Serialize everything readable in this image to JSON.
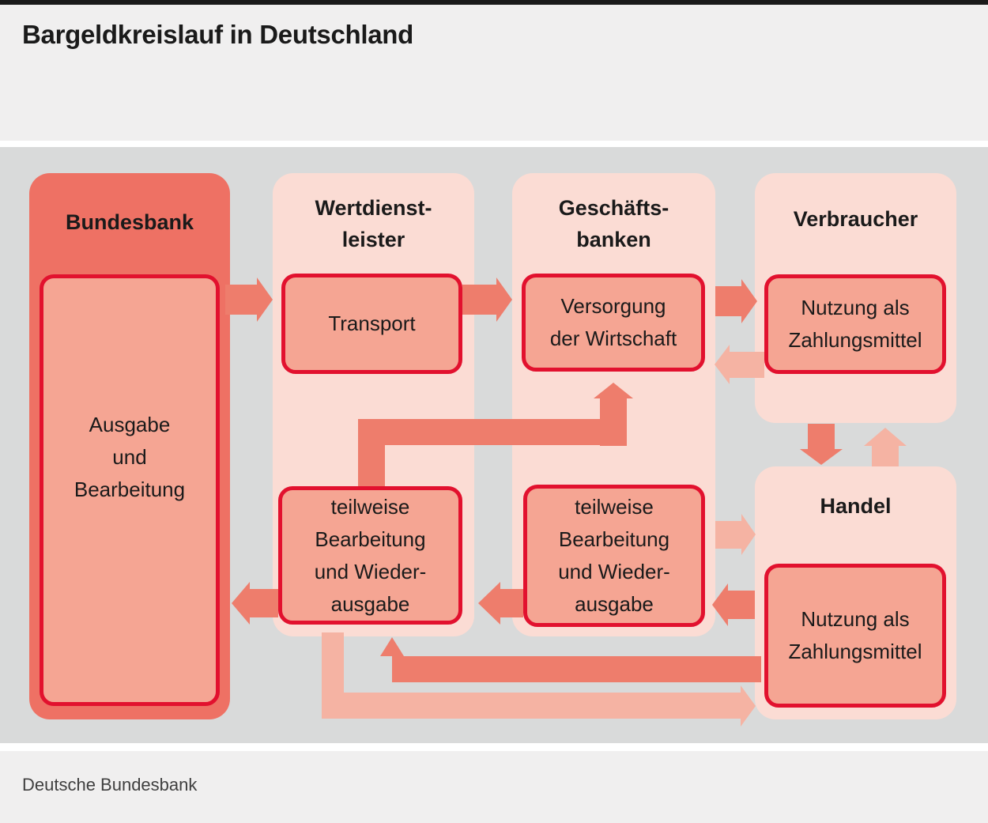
{
  "title": "Bargeldkreislauf in Deutschland",
  "footer": "Deutsche Bundesbank",
  "colors": {
    "rule_black": "#1a1a1a",
    "band_background": "#f0efef",
    "canvas_background": "#d9dada",
    "column_dark": "#ee7164",
    "container_light": "#fbdcd4",
    "box_fill": "#f5a593",
    "box_border": "#e2112e",
    "arrow_dark": "#ee7d6c",
    "arrow_light": "#f5b3a3",
    "text": "#1a1a1a",
    "footer_text": "#3f3f3f"
  },
  "columns": {
    "bundesbank": {
      "header": "Bundesbank",
      "box": "Ausgabe\nund\nBearbeitung"
    },
    "wertdienstleister": {
      "header": "Wertdienst-\nleister",
      "box_top": "Transport",
      "box_bottom": "teilweise\nBearbeitung\nund Wieder-\nausgabe"
    },
    "geschaeftsbanken": {
      "header": "Geschäfts-\nbanken",
      "box_top": "Versorgung\nder Wirtschaft",
      "box_bottom": "teilweise\nBearbeitung\nund Wieder-\nausgabe"
    },
    "verbraucher": {
      "header": "Verbraucher",
      "box": "Nutzung als\nZahlungsmittel"
    },
    "handel": {
      "header": "Handel",
      "box": "Nutzung als\nZahlungsmittel"
    }
  }
}
